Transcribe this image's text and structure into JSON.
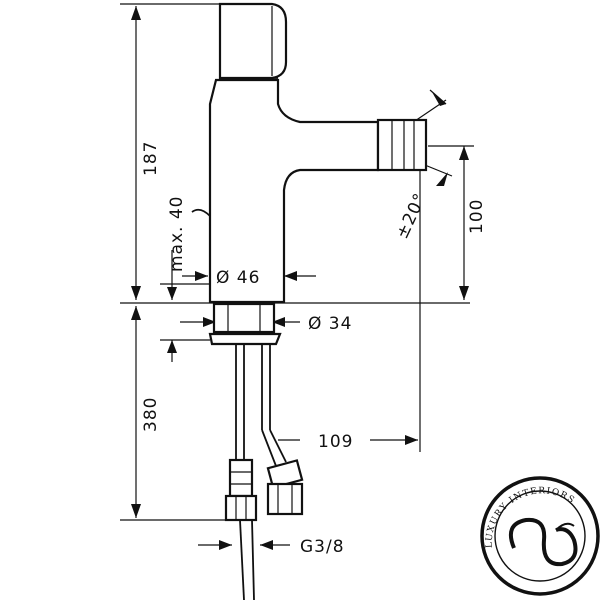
{
  "dimensions": {
    "total_height": "187",
    "max_lift": "max. 40",
    "body_diameter": "Ø 46",
    "base_diameter": "Ø 34",
    "spout_height": "100",
    "swivel_angle": "±20°",
    "hose_length": "380",
    "spout_reach": "109",
    "connection_thread": "G3/8"
  },
  "logo": {
    "text": "LUXURY INTERIORS"
  }
}
